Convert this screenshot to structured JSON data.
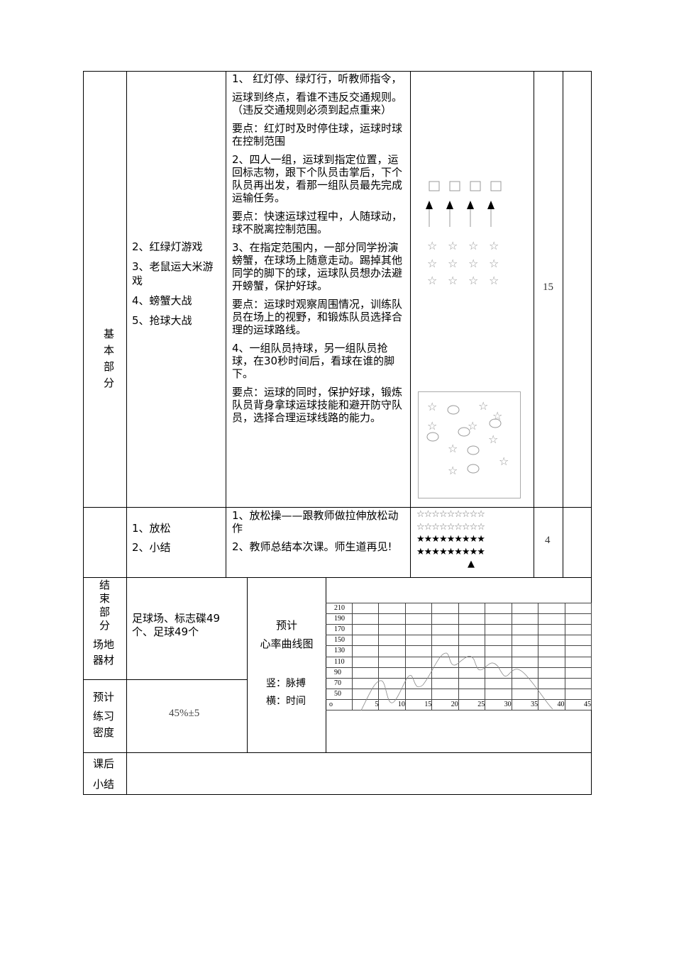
{
  "basic": {
    "section_label": "基本部分",
    "games": [
      "2、红绿灯游戏",
      "3、老鼠运大米游戏",
      "4、螃蟹大战",
      "5、抢球大战"
    ],
    "content": [
      "1、 红灯停、绿灯行，听教师指令，",
      "运球到终点，看谁不违反交通规则。（违反交通规则必须到起点重来）",
      "要点：红灯时及时停住球，运球时球在控制范围",
      "2、四人一组，运球到指定位置，运回标志物，跟下个队员击掌后，下个队员再出发，看那一组队员最先完成运输任务。",
      "要点：快速运球过程中，人随球动，球不脱离控制范围。",
      "3、在指定范围内，一部分同学扮演螃蟹，在球场上随意走动。踢掉其他同学的脚下的球，运球队员想办法避开螃蟹，保护好球。",
      "要点：运球时观察周围情况，训练队员在场上的视野，和锻炼队员选择合理的运球路线。",
      "4、一组队员持球，另一组队员抢球，在30秒时间后，看球在谁的脚下。",
      "要点：运球的同时，保护好球，锻炼队员背身拿球运球技能和避开防守队员，选择合理运球线路的能力。"
    ],
    "time": "15"
  },
  "ending": {
    "items": [
      "1、放松",
      "2、小结"
    ],
    "content": [
      "1、放松操——跟教师做拉伸放松动作",
      "2、教师总结本次课。师生道再见!"
    ],
    "formation": [
      "☆☆☆☆☆☆☆☆☆",
      "☆☆☆☆☆☆☆☆☆",
      "★★★★★★★★★",
      "★★★★★★★★★",
      "▲"
    ],
    "time": "4"
  },
  "bottom": {
    "ending_label": "结束部分",
    "venue_label": "场地器材",
    "venue": "足球场、标志碟49个、足球49个",
    "density_label": [
      "预计",
      "练习",
      "密度"
    ],
    "density": "45%±5",
    "chart_label": [
      "预计",
      "心率曲线图"
    ],
    "axis_v": "竖：脉搏",
    "axis_h": "横：时间",
    "summary_label": [
      "课后",
      "小结"
    ]
  },
  "chart_data": {
    "type": "line",
    "y_ticks": [
      "210",
      "190",
      "170",
      "150",
      "130",
      "110",
      "90",
      "70",
      "50"
    ],
    "x_ticks": [
      "o",
      "5",
      "10",
      "15",
      "20",
      "25",
      "30",
      "35",
      "40",
      "45"
    ],
    "grid": true
  }
}
